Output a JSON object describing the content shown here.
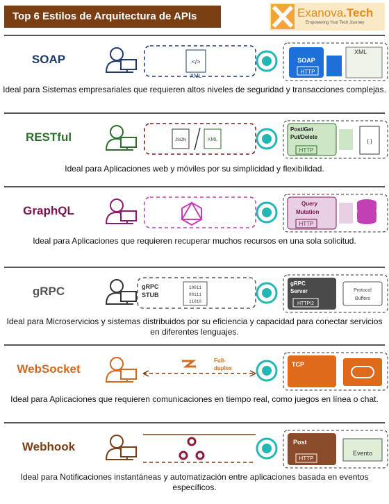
{
  "title": "Top 6 Estilos de Arquitectura de APIs",
  "logo": {
    "brand": "Exanova",
    "brand_accent": ".Tech",
    "tagline": "Empowering Your Tech Journey"
  },
  "rows": [
    {
      "name": "SOAP",
      "color": "#1f3a6b",
      "desc": "Ideal para Sistemas empresariales que requieren altos niveles de seguridad y transacciones complejas.",
      "center": [
        "XML"
      ],
      "server": [
        "SOAP",
        "HTTP"
      ],
      "extra": "XML"
    },
    {
      "name": "RESTful",
      "color": "#2e6e2e",
      "desc": "Ideal para Aplicaciones web y móviles por su simplicidad y flexibilidad.",
      "center": [
        "JSON",
        "XML"
      ],
      "server": [
        "Post/Get",
        "Put/Delete",
        "HTTP"
      ],
      "extra": "{ }"
    },
    {
      "name": "GraphQL",
      "color": "#7a1450",
      "desc": "Ideal para Aplicaciones que requieren recuperar muchos recursos en una sola solicitud.",
      "center": [],
      "server": [
        "Query",
        "Mutation",
        "HTTP"
      ],
      "extra": ""
    },
    {
      "name": "gRPC",
      "color": "#555555",
      "desc": "Ideal para Microservicios y sistemas distribuidos por su eficiencia y capacidad para conectar servicios en diferentes lenguajes.",
      "center": [
        "gRPC",
        "STUB"
      ],
      "bits": [
        "10011",
        "00111",
        "11010"
      ],
      "server": [
        "gRPC",
        "Server",
        "HTTP/2"
      ],
      "extra": "Protocol Buffers"
    },
    {
      "name": "WebSocket",
      "color": "#d2691e",
      "desc": "Ideal para Aplicaciones que requieren comunicaciones en tiempo real, como juegos en línea o chat.",
      "center": [
        "Full-",
        "duplex"
      ],
      "server": [
        "TCP"
      ],
      "extra": ""
    },
    {
      "name": "Webhook",
      "color": "#7a3e14",
      "desc": "Ideal para Notificaciones instantáneas y automatización entre aplicaciones basada en eventos específicos.",
      "center": [],
      "server": [
        "Post",
        "HTTP"
      ],
      "extra": "Evento"
    }
  ]
}
